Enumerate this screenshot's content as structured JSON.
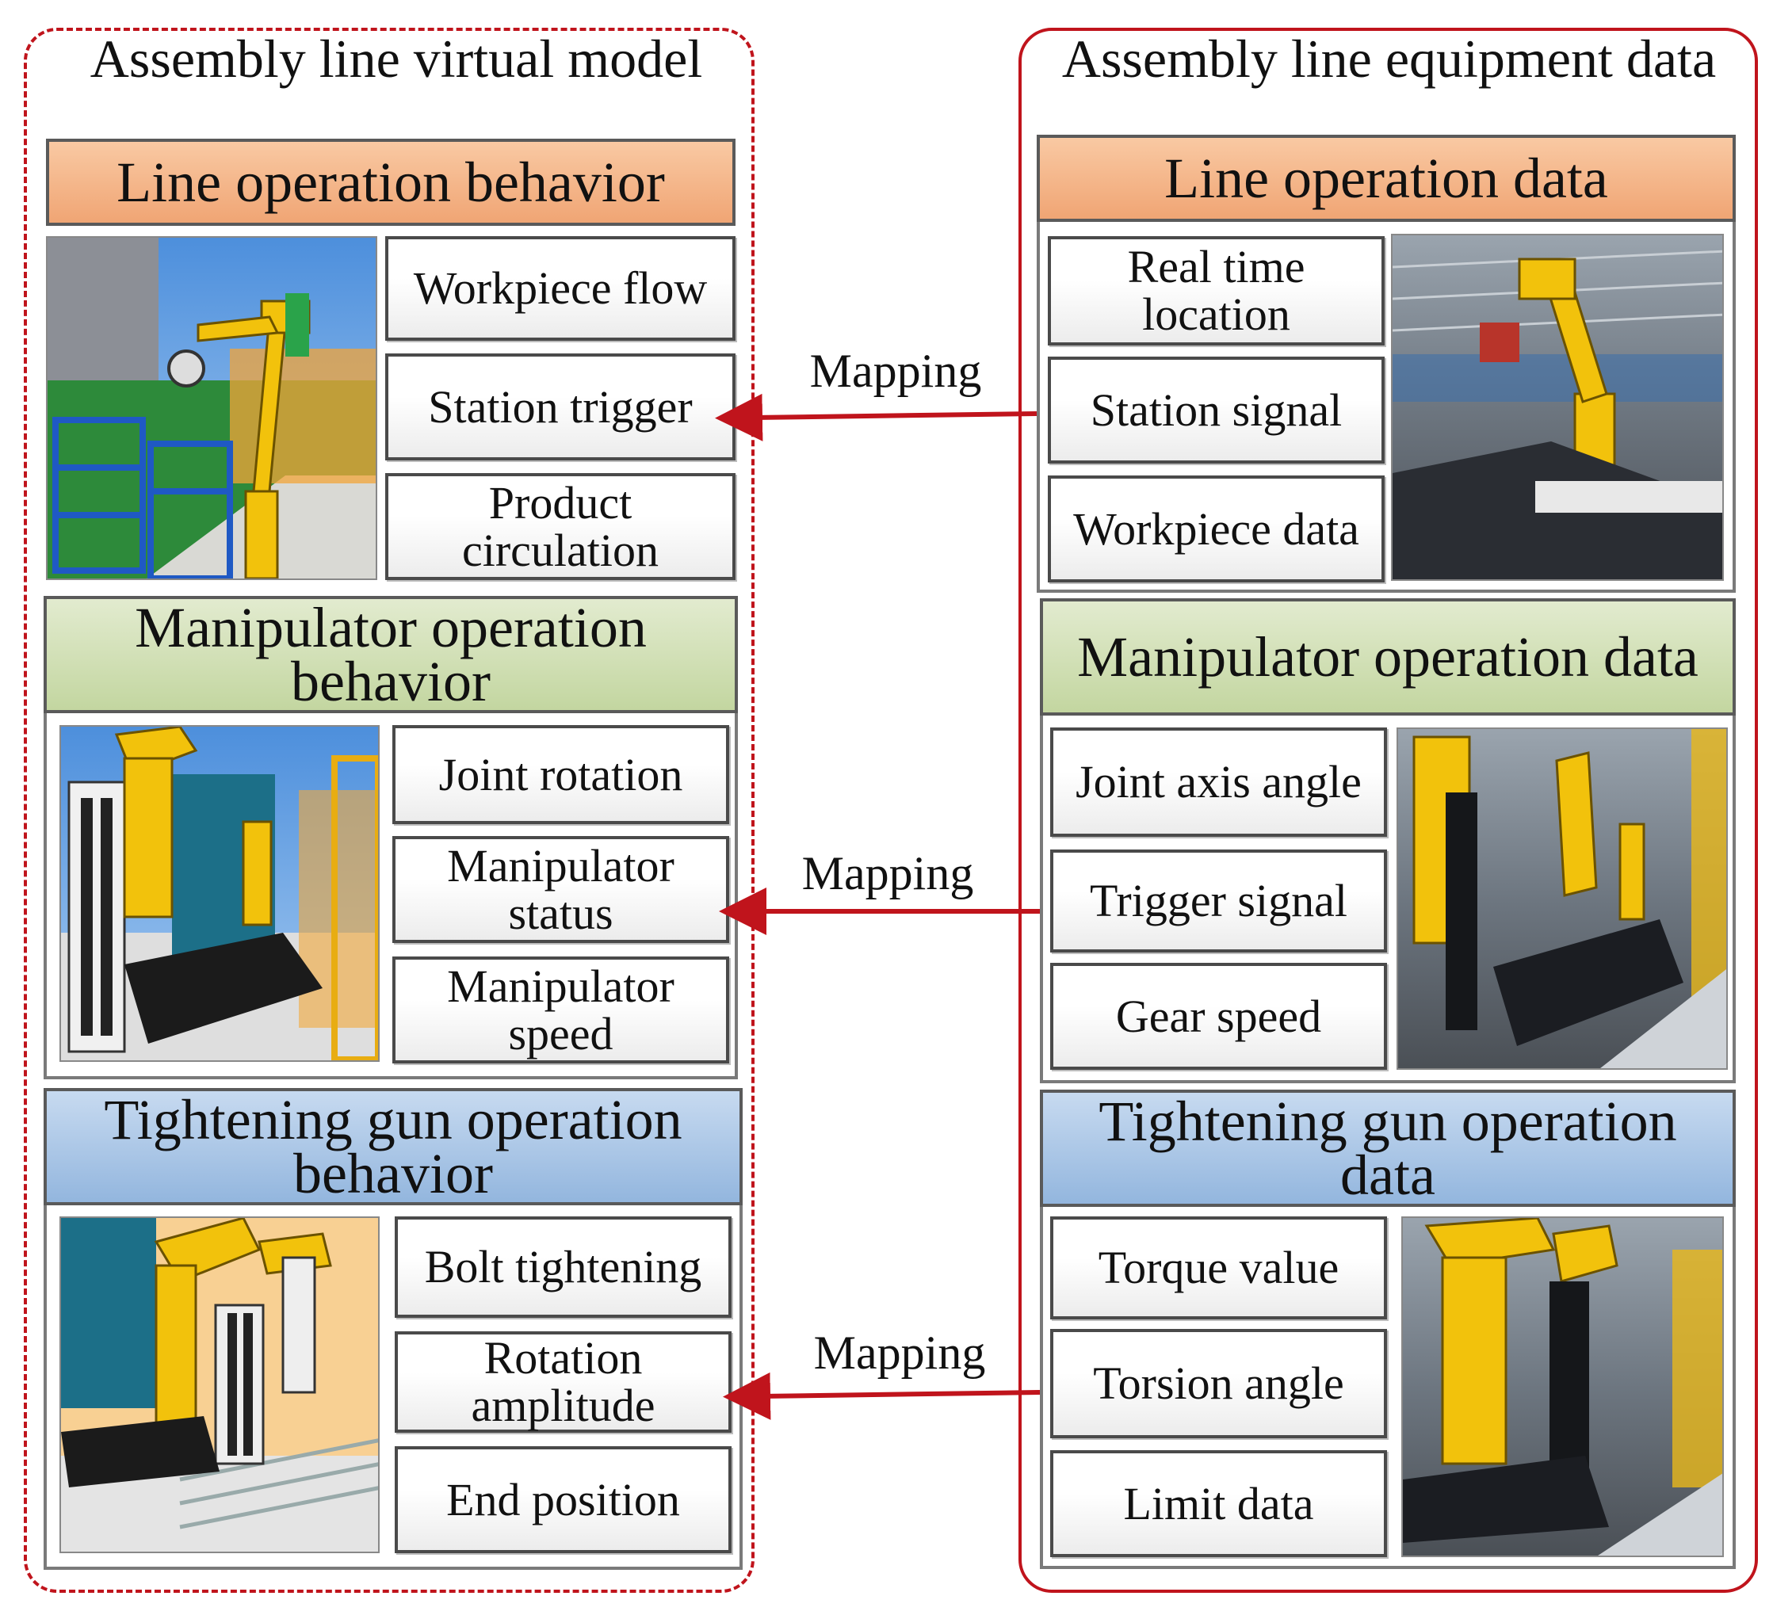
{
  "left": {
    "title": "Assembly  line virtual model",
    "groups": [
      {
        "header": "Line operation behavior",
        "items": [
          "Workpiece flow",
          "Station trigger",
          "Product circulation"
        ],
        "image": "virtual-line-render"
      },
      {
        "header": "Manipulator operation behavior",
        "items": [
          "Joint rotation",
          "Manipulator status",
          "Manipulator speed"
        ],
        "image": "virtual-manipulator-render"
      },
      {
        "header": "Tightening gun operation behavior",
        "items": [
          "Bolt tightening",
          "Rotation amplitude",
          "End position"
        ],
        "image": "virtual-tightening-gun-render"
      }
    ]
  },
  "right": {
    "title": "Assembly  line equipment data",
    "groups": [
      {
        "header": "Line operation data",
        "items": [
          "Real time location",
          "Station signal",
          "Workpiece data"
        ],
        "image": "factory-line-photo"
      },
      {
        "header": "Manipulator operation data",
        "items": [
          "Joint axis angle",
          "Trigger signal",
          "Gear speed"
        ],
        "image": "factory-manipulator-photo"
      },
      {
        "header": "Tightening gun operation data",
        "items": [
          "Torque value",
          "Torsion angle",
          "Limit data"
        ],
        "image": "factory-tightening-gun-photo"
      }
    ]
  },
  "arrows": [
    "Mapping",
    "Mapping",
    "Mapping"
  ],
  "colors": {
    "frame_red": "#c0141c",
    "header_orange": "#f0a574",
    "header_green": "#c3d6a0",
    "header_blue": "#93b6de",
    "robot_yellow": "#f2c20c"
  }
}
